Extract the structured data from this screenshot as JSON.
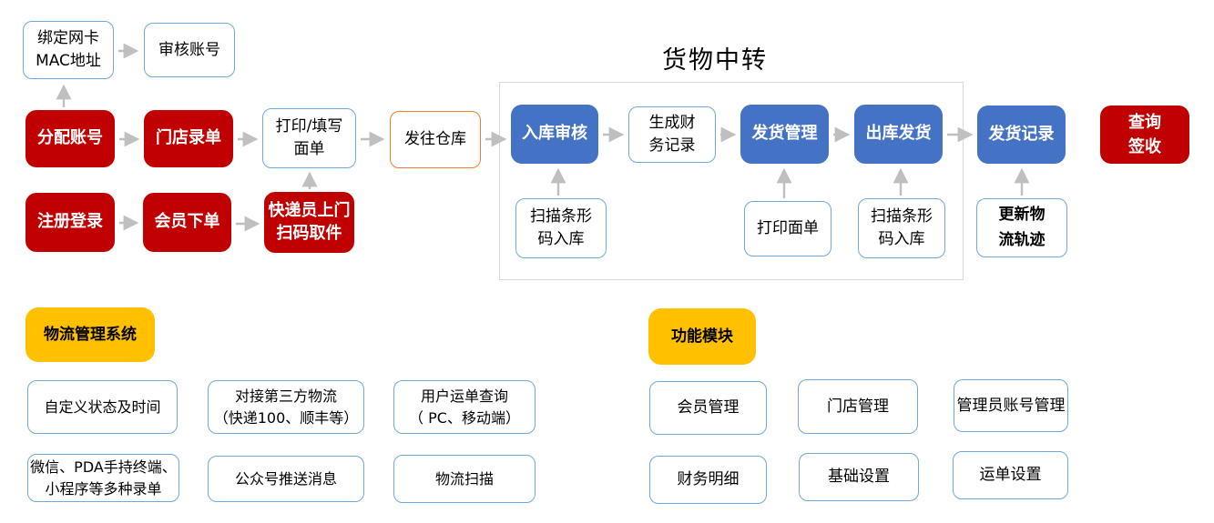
{
  "transit_title": "货物中转",
  "colors": {
    "red": "#C00000",
    "blue": "#4472C4",
    "yellow": "#FFC000",
    "orange_border": "#ED7D31",
    "light_blue_border": "#6FA8DC",
    "frame_border": "#D9D9D9",
    "arrow_gray": "#BFBFBF"
  },
  "flow": {
    "bind_mac": "绑定网卡\nMAC地址",
    "audit_account": "审核账号",
    "assign_account": "分配账号",
    "store_entry": "门店录单",
    "print_fill_sheet": "打印/填写\n面单",
    "send_to_warehouse": "发往仓库",
    "register_login": "注册登录",
    "member_order": "会员下单",
    "courier_pickup": "快递员上门\n扫码取件",
    "inbound_audit": "入库审核",
    "generate_finance_record": "生成财\n务记录",
    "shipping_management": "发货管理",
    "outbound_shipping": "出库发货",
    "shipping_record": "发货记录",
    "query_sign": "查询\n签收",
    "scan_barcode_inbound_1": "扫描条形\n码入库",
    "print_sheet": "打印面单",
    "scan_barcode_inbound_2": "扫描条形\n码入库",
    "update_tracking": "更新物\n流轨迹"
  },
  "logistics_system": {
    "label": "物流管理系统",
    "items": [
      "自定义状态及时间",
      "对接第三方物流\n（快递100、顺丰等）",
      "用户运单查询\n（ PC、移动端）",
      "微信、PDA手持终端、\n小程序等多种录单",
      "公众号推送消息",
      "物流扫描"
    ]
  },
  "function_modules": {
    "label": "功能模块",
    "items": [
      "会员管理",
      "门店管理",
      "管理员账号管理",
      "财务明细",
      "基础设置",
      "运单设置"
    ]
  }
}
